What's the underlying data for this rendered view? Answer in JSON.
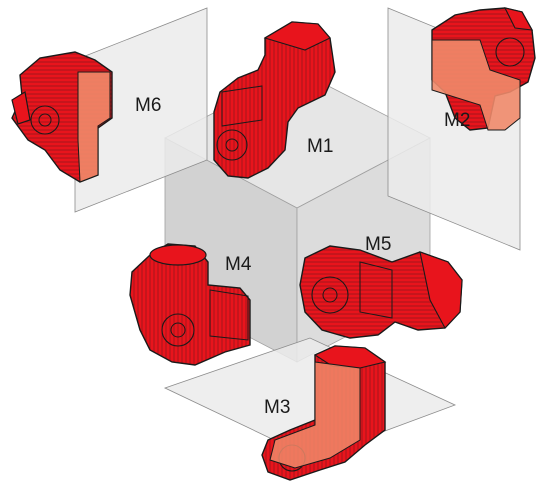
{
  "positions": [
    {
      "id": "M1",
      "label": "M1"
    },
    {
      "id": "M2",
      "label": "M2"
    },
    {
      "id": "M3",
      "label": "M3"
    },
    {
      "id": "M4",
      "label": "M4"
    },
    {
      "id": "M5",
      "label": "M5"
    },
    {
      "id": "M6",
      "label": "M6"
    }
  ],
  "colors": {
    "motor_red": "#e8141c",
    "motor_outline": "#1a1a1a",
    "motor_overlay": "#f08a6a",
    "cube_top": "#e6e6e6",
    "cube_left": "#d2d2d2",
    "cube_right": "#dcdcdc",
    "plane_fill": "#ebebeb",
    "plane_edge": "#8c8c8c"
  },
  "icons": {
    "motor": "gear-motor-icon",
    "cube": "cube-icon",
    "plane": "mounting-plane-icon"
  }
}
